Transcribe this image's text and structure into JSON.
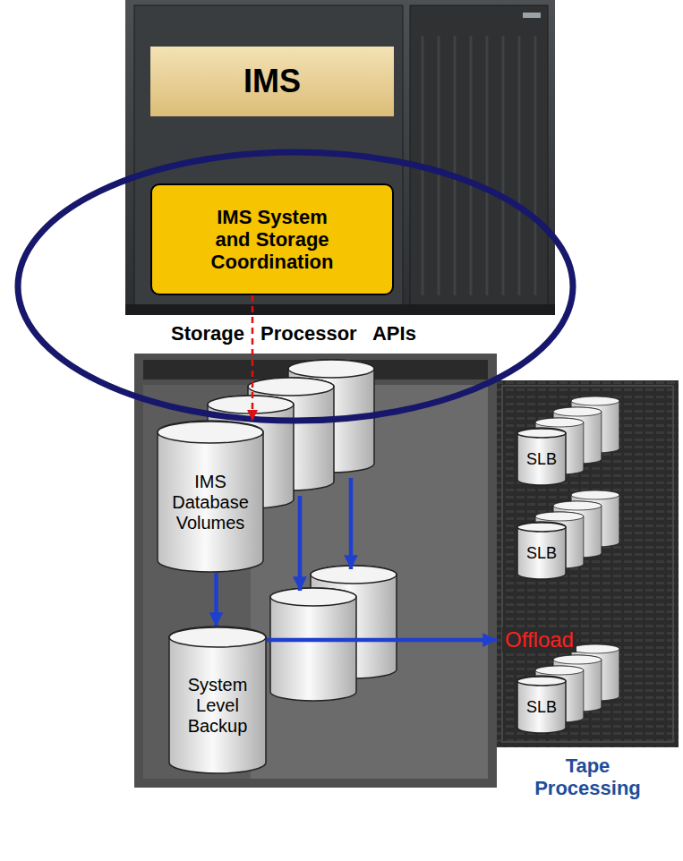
{
  "diagram": {
    "nodes": [
      {
        "text": [
          "IMS"
        ]
      },
      {
        "text": [
          "IMS System and Storage Coordination"
        ]
      },
      {
        "text": [
          "IMS Database Volumes"
        ]
      },
      {
        "text": [
          "System Level Backup"
        ]
      },
      {
        "text": [
          "Tape Processing"
        ]
      },
      {
        "text": [
          "SLB"
        ],
        "in": 4
      },
      {
        "text": [
          "SLB"
        ],
        "in": 4
      },
      {
        "text": [
          "SLB"
        ],
        "in": 4
      }
    ],
    "edges": [
      {
        "from": 1,
        "to": 2,
        "arrow": "to"
      },
      {
        "from": 2,
        "to": 3,
        "arrow": "to"
      },
      {
        "from": 3,
        "to": 4,
        "arrow": "to",
        "label": "Offload"
      }
    ],
    "labels": [
      "Storage Processor APIs"
    ]
  }
}
